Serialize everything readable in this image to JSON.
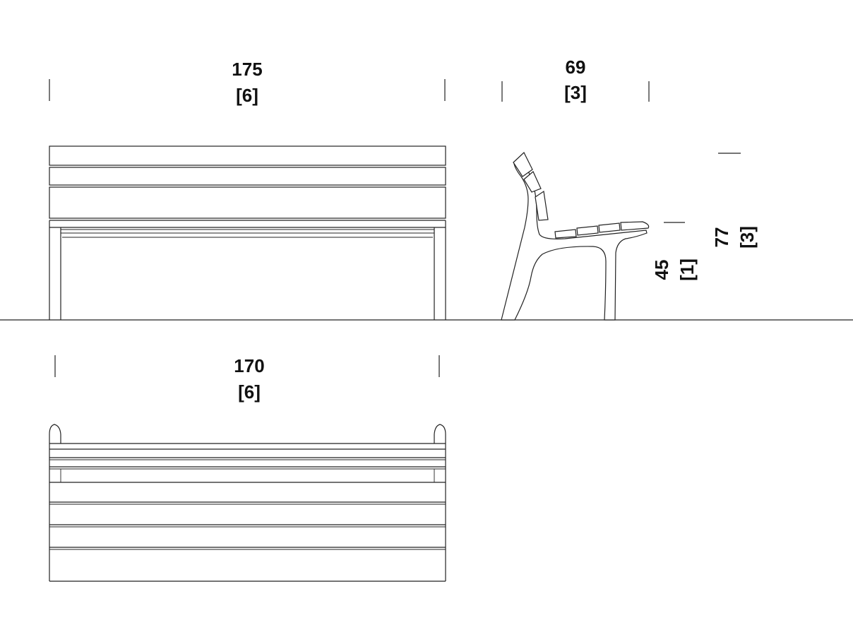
{
  "dimensions": {
    "front_length": {
      "value": "175",
      "unit_alt": "[6]"
    },
    "side_depth": {
      "value": "69",
      "unit_alt": "[3]"
    },
    "seat_height": {
      "value": "45",
      "unit_alt": "[1]"
    },
    "total_height": {
      "value": "77",
      "unit_alt": "[3]"
    },
    "top_length": {
      "value": "170",
      "unit_alt": "[6]"
    }
  }
}
